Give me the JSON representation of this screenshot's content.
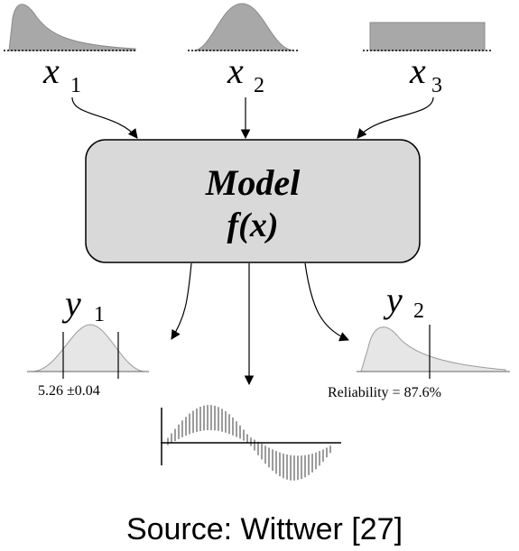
{
  "inputs": [
    {
      "symbol": "x",
      "subscript": "1",
      "distribution": "right-skewed"
    },
    {
      "symbol": "x",
      "subscript": "2",
      "distribution": "normal"
    },
    {
      "symbol": "x",
      "subscript": "3",
      "distribution": "uniform"
    }
  ],
  "model": {
    "title": "Model",
    "function": "f(x)"
  },
  "outputs": [
    {
      "symbol": "y",
      "subscript": "1",
      "annotation": "5.26 ±0.04",
      "distribution": "normal"
    },
    {
      "symbol": "y",
      "subscript": "2",
      "annotation": "Reliability = 87.6%",
      "distribution": "right-skewed"
    }
  ],
  "caption": "Source: Wittwer [27]",
  "colors": {
    "input_fill": "#a8a8a8",
    "output_fill": "#e6e6e6",
    "model_fill": "#d9d9d9",
    "stroke": "#000000"
  }
}
